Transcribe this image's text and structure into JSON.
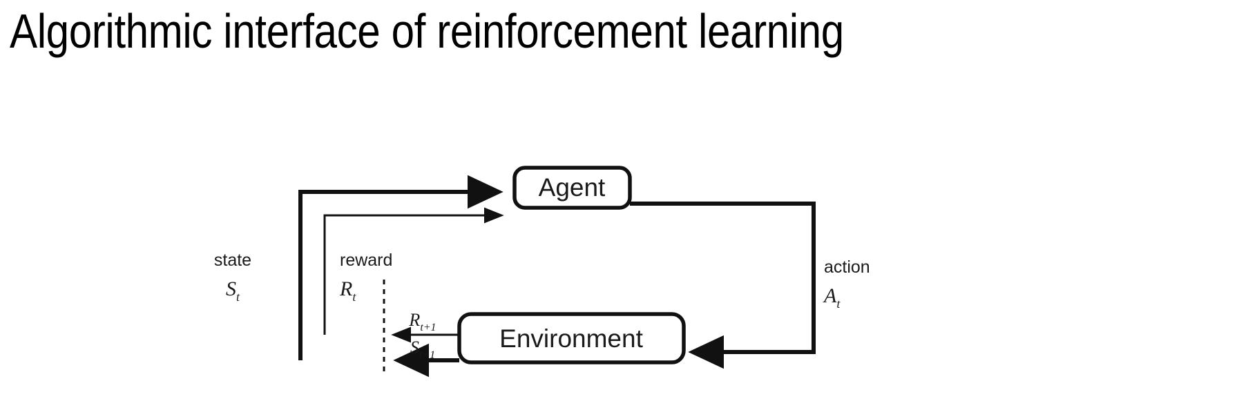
{
  "slide": {
    "title": "Algorithmic interface of reinforcement learning",
    "background_color": "#ffffff",
    "ink_color": "#000000"
  },
  "diagram": {
    "name": "agent-environment-interaction-loop",
    "nodes": [
      {
        "id": "agent",
        "label": "Agent"
      },
      {
        "id": "environment",
        "label": "Environment"
      }
    ],
    "edges": [
      {
        "id": "state-to-agent",
        "from": "environment",
        "to": "agent",
        "stroke": "thick",
        "label_text": "state",
        "label_symbol": "S",
        "label_subscript": "t"
      },
      {
        "id": "reward-to-agent",
        "from": "environment",
        "to": "agent",
        "stroke": "thin",
        "label_text": "reward",
        "label_symbol": "R",
        "label_subscript": "t"
      },
      {
        "id": "action-to-environment",
        "from": "agent",
        "to": "environment",
        "stroke": "thick",
        "label_text": "action",
        "label_symbol": "A",
        "label_subscript": "t"
      },
      {
        "id": "next-reward",
        "from": "environment",
        "to": "time-boundary",
        "stroke": "thin",
        "label_symbol": "R",
        "label_subscript": "t+1"
      },
      {
        "id": "next-state",
        "from": "environment",
        "to": "time-boundary",
        "stroke": "thick",
        "label_symbol": "S",
        "label_subscript": "t+1"
      }
    ],
    "time_boundary": {
      "id": "time-step-divider",
      "style": "dashed-vertical"
    }
  }
}
